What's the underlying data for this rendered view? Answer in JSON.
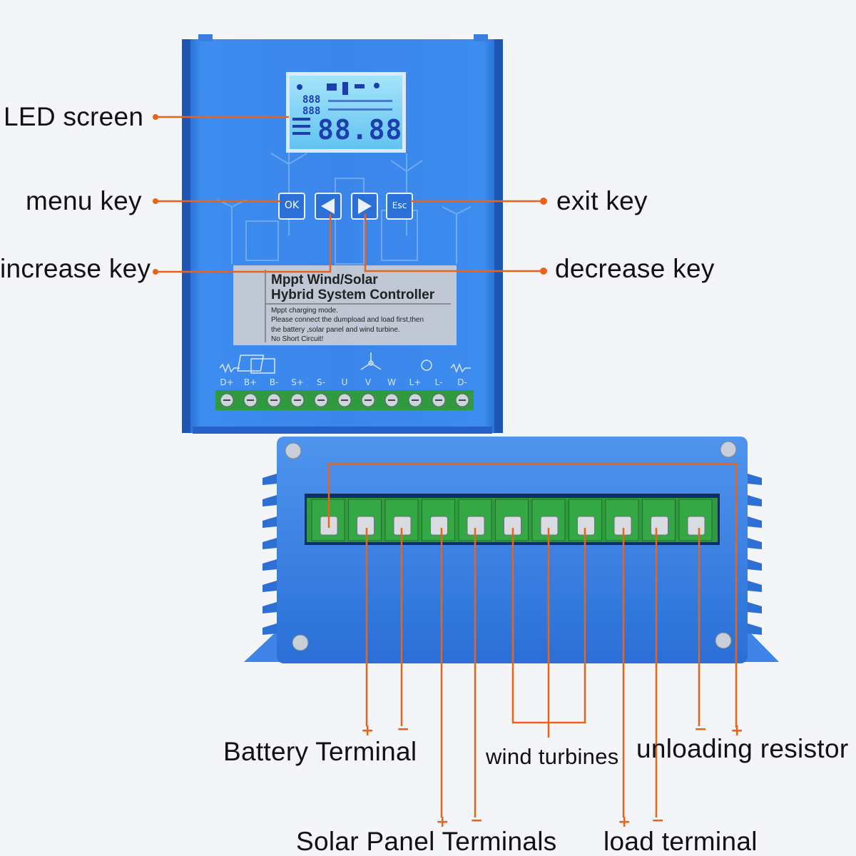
{
  "callouts": {
    "led_screen": "LED screen",
    "menu_key": "menu key",
    "exit_key": "exit key",
    "increase_key": "increase key",
    "decrease_key": "decrease key"
  },
  "bottom_labels": {
    "battery_terminal": "Battery Terminal",
    "wind_turbines": "wind turbines",
    "unloading_resistor": "unloading resistor",
    "solar_panel_terminals": "Solar Panel Terminals",
    "load_terminal": "load terminal"
  },
  "polarity": {
    "plus": "+",
    "minus": "−"
  },
  "device": {
    "panel_title_line1": "Mppt Wind/Solar",
    "panel_title_line2": "Hybrid System Controller",
    "panel_note_line1": "Mppt charging mode.",
    "panel_note_line2": "Please connect the dumpload and load first,then",
    "panel_note_line3": "the battery ,solar panel and wind turbine.",
    "panel_note_line4": "No Short Circuit!",
    "lcd_big_digits": "88.88",
    "lcd_small_digits_1": "888",
    "lcd_small_digits_2": "888",
    "key_ok": "OK",
    "key_esc": "Esc",
    "terminal_labels": [
      "D+",
      "B+",
      "B-",
      "S+",
      "S-",
      "U",
      "V",
      "W",
      "L+",
      "L-",
      "D-"
    ]
  },
  "colors": {
    "leader_line": "#e8641a",
    "device_blue": "#2f7be0",
    "lcd_blue": "#7fd0f5",
    "terminal_green": "#2f9a3e",
    "label_text": "#111111"
  }
}
